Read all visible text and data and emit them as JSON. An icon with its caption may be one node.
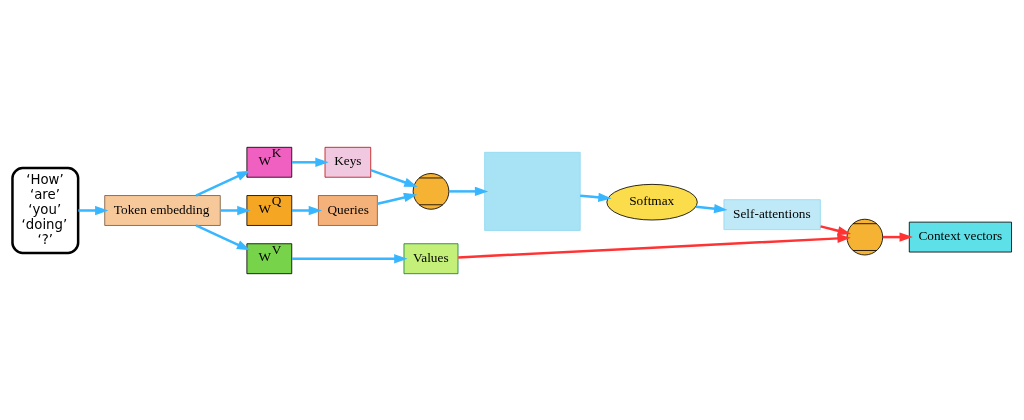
{
  "diagram": {
    "nodes": [
      {
        "text": [
          "‘How’",
          "‘are’",
          "‘you’",
          "‘doing’",
          "‘?’"
        ]
      },
      {
        "text": [
          "Token embedding"
        ]
      },
      {
        "text": [
          "W$^{K}$"
        ]
      },
      {
        "text": [
          "W$^{Q}$"
        ]
      },
      {
        "text": [
          "W$^{V}$"
        ]
      },
      {
        "text": [
          "Keys"
        ]
      },
      {
        "text": [
          "Queries"
        ]
      },
      {
        "text": [
          "Values"
        ]
      },
      {
        "text": [],
        "shape": "cross"
      },
      {
        "text": [],
        "shape": "box"
      },
      {
        "text": [
          "Softmax"
        ]
      },
      {
        "text": [
          "Self-attentions"
        ]
      },
      {
        "text": [],
        "shape": "cross"
      },
      {
        "text": [
          "Context vectors"
        ]
      }
    ],
    "edges": [
      {
        "from": 0,
        "to": 1,
        "arrow": "to"
      },
      {
        "from": 1,
        "to": 2,
        "arrow": "to"
      },
      {
        "from": 1,
        "to": 3,
        "arrow": "to"
      },
      {
        "from": 1,
        "to": 4,
        "arrow": "to"
      },
      {
        "from": 2,
        "to": 5,
        "arrow": "to"
      },
      {
        "from": 3,
        "to": 6,
        "arrow": "to"
      },
      {
        "from": 4,
        "to": 7,
        "arrow": "to"
      },
      {
        "from": 5,
        "to": 8,
        "arrow": "to"
      },
      {
        "from": 6,
        "to": 8,
        "arrow": "to"
      },
      {
        "from": 8,
        "to": 9,
        "arrow": "to"
      },
      {
        "from": 9,
        "to": 10,
        "arrow": "to"
      },
      {
        "from": 10,
        "to": 11,
        "arrow": "to"
      },
      {
        "from": 11,
        "to": 12,
        "arrow": "to",
        "color": "#ff3333"
      },
      {
        "from": 7,
        "to": 12,
        "arrow": "to",
        "color": "#ff3333"
      },
      {
        "from": 12,
        "to": 13,
        "arrow": "to",
        "color": "#ff3333"
      }
    ]
  }
}
